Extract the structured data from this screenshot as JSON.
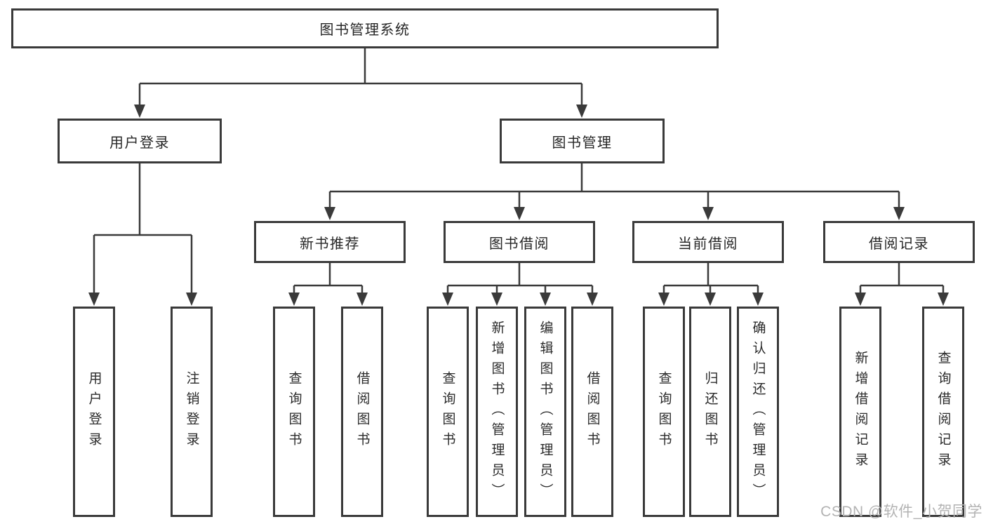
{
  "watermark": {
    "text": "CSDN @软件_小贺同学"
  },
  "colors": {
    "line": "#3a3a3a",
    "border": "#3a3a3a",
    "text": "#262626",
    "watermark": "#b3b3b3",
    "background": "#ffffff"
  },
  "diagram": {
    "root": {
      "label": "图书管理系统"
    },
    "children": [
      {
        "label": "用户登录",
        "children": [
          {
            "label": "用户登录"
          },
          {
            "label": "注销登录"
          }
        ]
      },
      {
        "label": "图书管理",
        "children": [
          {
            "label": "新书推荐",
            "children": [
              {
                "label": "查询图书"
              },
              {
                "label": "借阅图书"
              }
            ]
          },
          {
            "label": "图书借阅",
            "children": [
              {
                "label": "查询图书"
              },
              {
                "label": "新增图书（管理员）"
              },
              {
                "label": "编辑图书（管理员）"
              },
              {
                "label": "借阅图书"
              }
            ]
          },
          {
            "label": "当前借阅",
            "children": [
              {
                "label": "查询图书"
              },
              {
                "label": "归还图书"
              },
              {
                "label": "确认归还（管理员）"
              }
            ]
          },
          {
            "label": "借阅记录",
            "children": [
              {
                "label": "新增借阅记录"
              },
              {
                "label": "查询借阅记录"
              }
            ]
          }
        ]
      }
    ]
  }
}
